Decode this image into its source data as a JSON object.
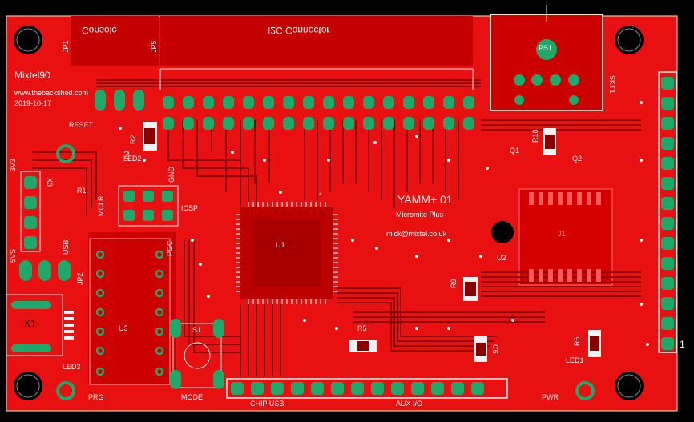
{
  "author": {
    "name": "Mixtel90",
    "site": "www.thebackshed.com",
    "date": "2019-10-17"
  },
  "board": {
    "title": "YAMM+ 01",
    "subtitle": "Micromite Plus",
    "email": "mick@mixtel.co.uk"
  },
  "headers": {
    "console": "Console",
    "i2c": "I2C Connector",
    "jp1": "JP1",
    "jp5": "JP5",
    "aux_io": "AUX I/O",
    "chip_usb": "CHIP USB",
    "icsp": "ICSP",
    "pgc": "PGC",
    "gnd": "GND",
    "mclr": "MCLR"
  },
  "parts": {
    "ps1": "PS1",
    "skt1": "SKT1",
    "x1": "X1",
    "x3": "X3",
    "u1": "U1",
    "u2": "U2",
    "u3": "U3",
    "j1": "J1",
    "r1": "R1",
    "r2": "R2",
    "r5": "R5",
    "r6": "R6",
    "r9": "R9",
    "r10": "R10",
    "q1": "Q1",
    "q2": "Q2",
    "c6": "C6",
    "s1": "S1",
    "jp2": "JP2",
    "led1": "LED1",
    "led2": "LED2",
    "led3": "LED3"
  },
  "labels": {
    "reset": "RESET",
    "mode": "MODE",
    "prg": "PRG",
    "pwr": "PWR",
    "usb": "USB",
    "5vs": "5VS",
    "3v3": "3V3",
    "1": "1",
    "star": "*",
    "two": "2"
  },
  "colors": {
    "copper": "#e81010",
    "copper_dark": "#b50000",
    "trace": "#8c0000",
    "pad": "#1ea86a",
    "silk": "#f2f2f2",
    "outline": "#f2e8c8",
    "background": "#000000"
  }
}
